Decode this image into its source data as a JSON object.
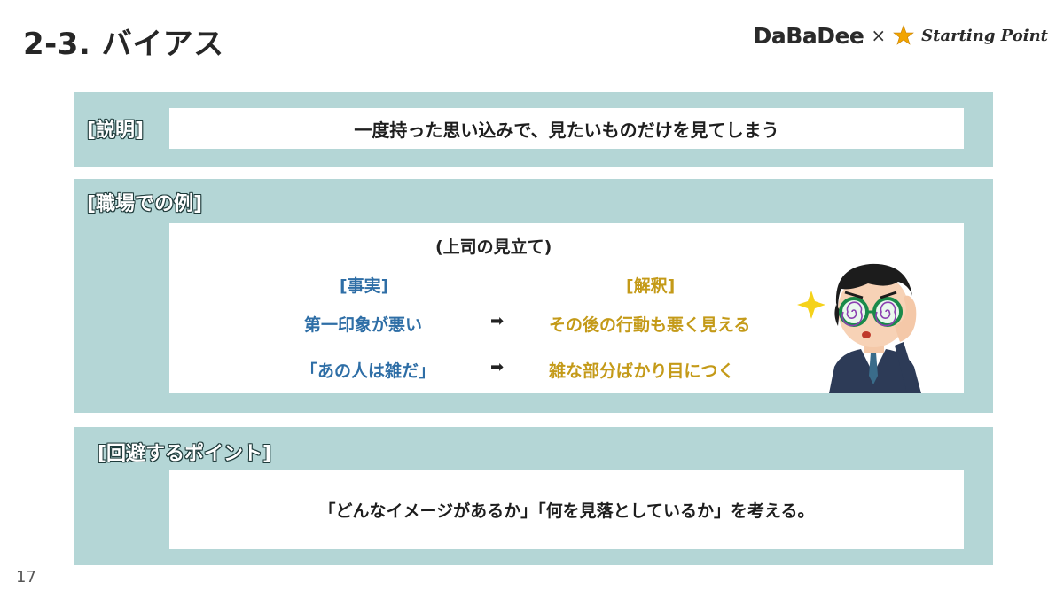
{
  "slide": {
    "title": "2-3. バイアス",
    "page_number": "17"
  },
  "brand": {
    "left": "DaBaDee",
    "separator": "×",
    "right": "Starting Point",
    "star_color": "#f2a400"
  },
  "explain": {
    "label": "[説明]",
    "text": "一度持った思い込みで、見たいものだけを見てしまう"
  },
  "example": {
    "label": "[職場での例]",
    "heading": "(上司の見立て)",
    "fact_header": "[事実]",
    "interpretation_header": "[解釈]",
    "rows": [
      {
        "fact": "第一印象が悪い",
        "arrow": "➡",
        "interpretation": "その後の行動も悪く見える"
      },
      {
        "fact": "「あの人は雑だ」",
        "arrow": "➡",
        "interpretation": "雑な部分ばかり目につく"
      }
    ],
    "illustration": "man-with-swirly-glasses-icon"
  },
  "avoid": {
    "label": "[回避するポイント]",
    "text": "「どんなイメージがあるか」「何を見落としているか」を考える。"
  },
  "colors": {
    "panel_bg": "#b4d6d6",
    "fact": "#2e6ea6",
    "interpretation": "#c49a18"
  }
}
